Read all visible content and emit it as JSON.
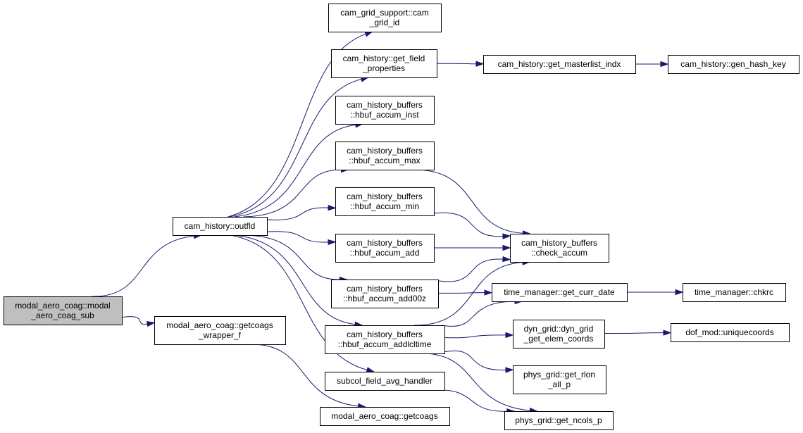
{
  "graph": {
    "nodes": [
      {
        "id": "root",
        "lines": [
          "modal_aero_coag::modal",
          "_aero_coag_sub"
        ],
        "root": true
      },
      {
        "id": "outfld",
        "lines": [
          "cam_history::outfld"
        ]
      },
      {
        "id": "getcoags_wrapper",
        "lines": [
          "modal_aero_coag::getcoags",
          "_wrapper_f"
        ]
      },
      {
        "id": "getcoags",
        "lines": [
          "modal_aero_coag::getcoags"
        ]
      },
      {
        "id": "cam_grid_id",
        "lines": [
          "cam_grid_support::cam",
          "_grid_id"
        ]
      },
      {
        "id": "get_field_properties",
        "lines": [
          "cam_history::get_field",
          "_properties"
        ]
      },
      {
        "id": "get_masterlist_indx",
        "lines": [
          "cam_history::get_masterlist_indx"
        ]
      },
      {
        "id": "gen_hash_key",
        "lines": [
          "cam_history::gen_hash_key"
        ]
      },
      {
        "id": "hbuf_accum_inst",
        "lines": [
          "cam_history_buffers",
          "::hbuf_accum_inst"
        ]
      },
      {
        "id": "hbuf_accum_max",
        "lines": [
          "cam_history_buffers",
          "::hbuf_accum_max"
        ]
      },
      {
        "id": "hbuf_accum_min",
        "lines": [
          "cam_history_buffers",
          "::hbuf_accum_min"
        ]
      },
      {
        "id": "hbuf_accum_add",
        "lines": [
          "cam_history_buffers",
          "::hbuf_accum_add"
        ]
      },
      {
        "id": "hbuf_accum_add00z",
        "lines": [
          "cam_history_buffers",
          "::hbuf_accum_add00z"
        ]
      },
      {
        "id": "hbuf_accum_addlcltime",
        "lines": [
          "cam_history_buffers",
          "::hbuf_accum_addlcltime"
        ]
      },
      {
        "id": "subcol_field_avg_handler",
        "lines": [
          "subcol_field_avg_handler"
        ]
      },
      {
        "id": "check_accum",
        "lines": [
          "cam_history_buffers",
          "::check_accum"
        ]
      },
      {
        "id": "get_curr_date",
        "lines": [
          "time_manager::get_curr_date"
        ]
      },
      {
        "id": "chkrc",
        "lines": [
          "time_manager::chkrc"
        ]
      },
      {
        "id": "dyn_grid_get_elem_coords",
        "lines": [
          "dyn_grid::dyn_grid",
          "_get_elem_coords"
        ]
      },
      {
        "id": "uniquecoords",
        "lines": [
          "dof_mod::uniquecoords"
        ]
      },
      {
        "id": "get_rlon_all_p",
        "lines": [
          "phys_grid::get_rlon",
          "_all_p"
        ]
      },
      {
        "id": "get_ncols_p",
        "lines": [
          "phys_grid::get_ncols_p"
        ]
      }
    ],
    "edges": [
      [
        "root",
        "outfld"
      ],
      [
        "root",
        "getcoags_wrapper"
      ],
      [
        "getcoags_wrapper",
        "getcoags"
      ],
      [
        "outfld",
        "cam_grid_id"
      ],
      [
        "outfld",
        "get_field_properties"
      ],
      [
        "outfld",
        "hbuf_accum_inst"
      ],
      [
        "outfld",
        "hbuf_accum_max"
      ],
      [
        "outfld",
        "hbuf_accum_min"
      ],
      [
        "outfld",
        "hbuf_accum_add"
      ],
      [
        "outfld",
        "hbuf_accum_add00z"
      ],
      [
        "outfld",
        "hbuf_accum_addlcltime"
      ],
      [
        "outfld",
        "subcol_field_avg_handler"
      ],
      [
        "get_field_properties",
        "get_masterlist_indx"
      ],
      [
        "get_masterlist_indx",
        "gen_hash_key"
      ],
      [
        "hbuf_accum_max",
        "check_accum"
      ],
      [
        "hbuf_accum_min",
        "check_accum"
      ],
      [
        "hbuf_accum_add",
        "check_accum"
      ],
      [
        "hbuf_accum_add00z",
        "check_accum"
      ],
      [
        "hbuf_accum_add00z",
        "get_curr_date"
      ],
      [
        "hbuf_accum_addlcltime",
        "check_accum"
      ],
      [
        "hbuf_accum_addlcltime",
        "get_curr_date"
      ],
      [
        "hbuf_accum_addlcltime",
        "dyn_grid_get_elem_coords"
      ],
      [
        "hbuf_accum_addlcltime",
        "get_rlon_all_p"
      ],
      [
        "hbuf_accum_addlcltime",
        "get_ncols_p"
      ],
      [
        "subcol_field_avg_handler",
        "get_ncols_p"
      ],
      [
        "get_curr_date",
        "chkrc"
      ],
      [
        "dyn_grid_get_elem_coords",
        "uniquecoords"
      ]
    ]
  }
}
